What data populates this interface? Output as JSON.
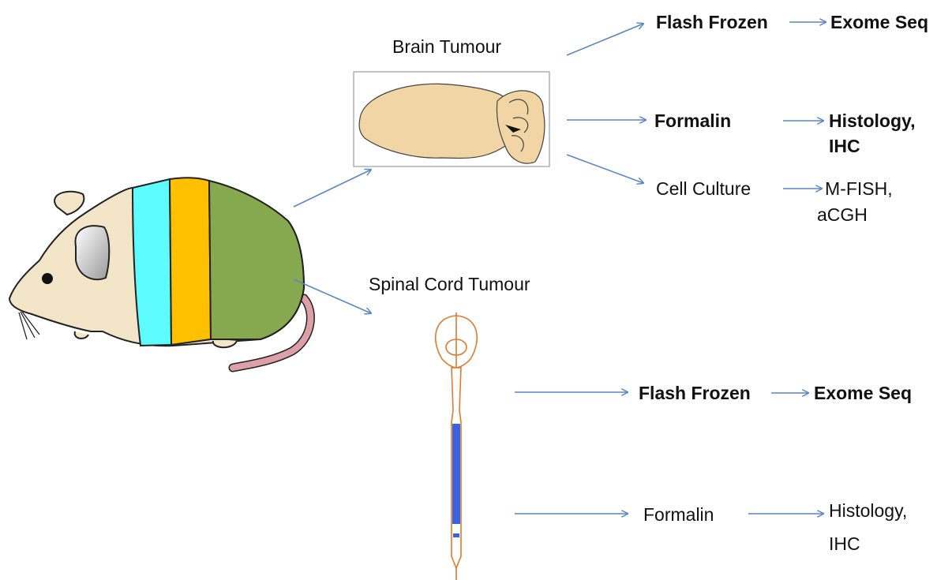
{
  "brain": {
    "title": "Brain Tumour",
    "flash_frozen": "Flash Frozen",
    "exome_seq": "Exome Seq",
    "formalin": "Formalin",
    "histology_line1": "Histology,",
    "histology_line2": "IHC",
    "cell_culture": "Cell Culture",
    "mfish_line1": "M-FISH,",
    "mfish_line2": "aCGH"
  },
  "spinal": {
    "title": "Spinal Cord Tumour",
    "flash_frozen": "Flash Frozen",
    "exome_seq": "Exome Seq",
    "formalin": "Formalin",
    "histology_line1": "Histology,",
    "histology_line2": "IHC"
  },
  "colors": {
    "arrow": "#5a86c4",
    "mouse_body": "#f3e6c8",
    "band_cyan": "#5ffcff",
    "band_orange": "#ffc000",
    "band_green": "#86a84e",
    "tail": "#dca0a6",
    "brain": "#f1d5a4",
    "spine_outline": "#e07a2c",
    "spine_fill": "#3a63e0"
  }
}
